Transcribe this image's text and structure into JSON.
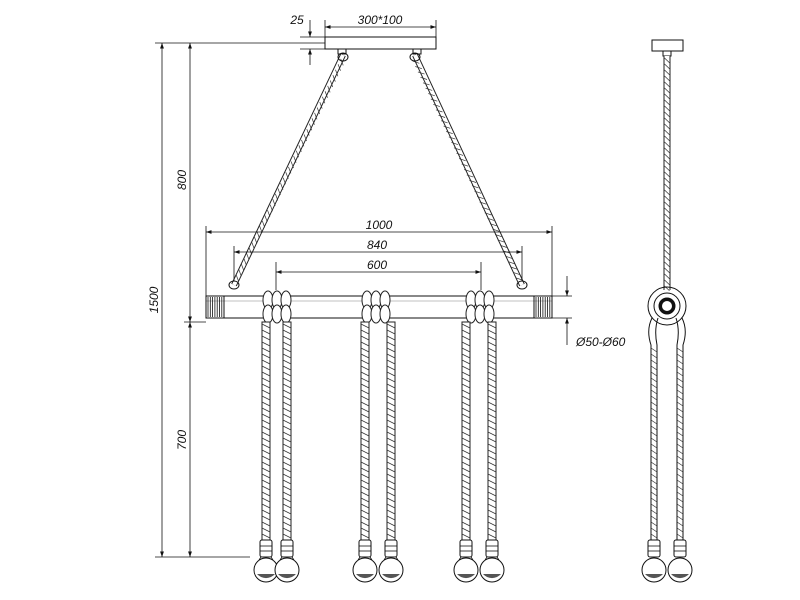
{
  "drawing": {
    "canopy_size": "300*100",
    "canopy_thickness": "25",
    "overall_height": "1500",
    "upper_rope_height": "800",
    "lower_cable_height": "700",
    "bar_length": "1000",
    "rope_mount_spacing": "840",
    "inner_spacing": "600",
    "bar_diameter": "Ø50-Ø60"
  }
}
